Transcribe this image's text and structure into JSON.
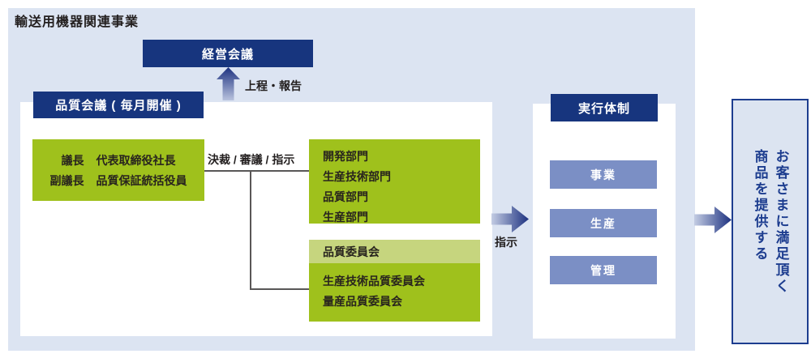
{
  "page": {
    "title": "輸送用機器関連事業"
  },
  "colors": {
    "panel_bg": "#dce4f2",
    "navy": "#17357e",
    "green": "#9fc11c",
    "light_green": "#c6d57e",
    "medium_blue": "#7b8fc5",
    "connector_gray": "#595757",
    "arrow_gradient_start": "#c3cce3",
    "arrow_gradient_end": "#1d3180",
    "customer_box_border": "#1d3d8f"
  },
  "management": {
    "meeting_label": "経営会議",
    "submit_report_label": "上程・報告"
  },
  "quality_meeting": {
    "label": "品質会議 ( 毎月開催 )",
    "chair": {
      "rows": [
        {
          "role": "議長",
          "person": "代表取締役社長"
        },
        {
          "role": "副議長",
          "person": "品質保証統括役員"
        }
      ]
    },
    "decision_label": "決裁 / 審議 / 指示",
    "departments": [
      "開発部門",
      "生産技術部門",
      "品質部門",
      "生産部門"
    ],
    "committee": {
      "header": "品質委員会",
      "items": [
        "生産技術品質委員会",
        "量産品質委員会"
      ]
    }
  },
  "instruction_label": "指示",
  "execution": {
    "header": "実行体制",
    "units": [
      "事業",
      "生産",
      "管理"
    ]
  },
  "goal": {
    "lines": [
      "お客さまに満足頂く",
      "商品を提供する"
    ]
  }
}
